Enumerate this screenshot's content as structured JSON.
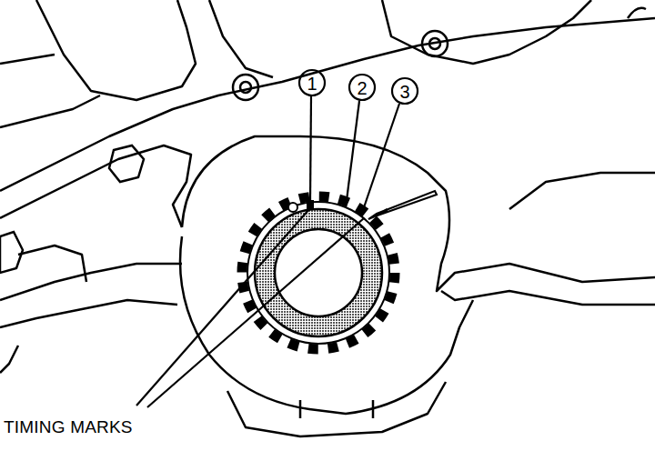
{
  "diagram": {
    "labels": [
      "1",
      "2",
      "3",
      "TIMING MARKS"
    ]
  }
}
